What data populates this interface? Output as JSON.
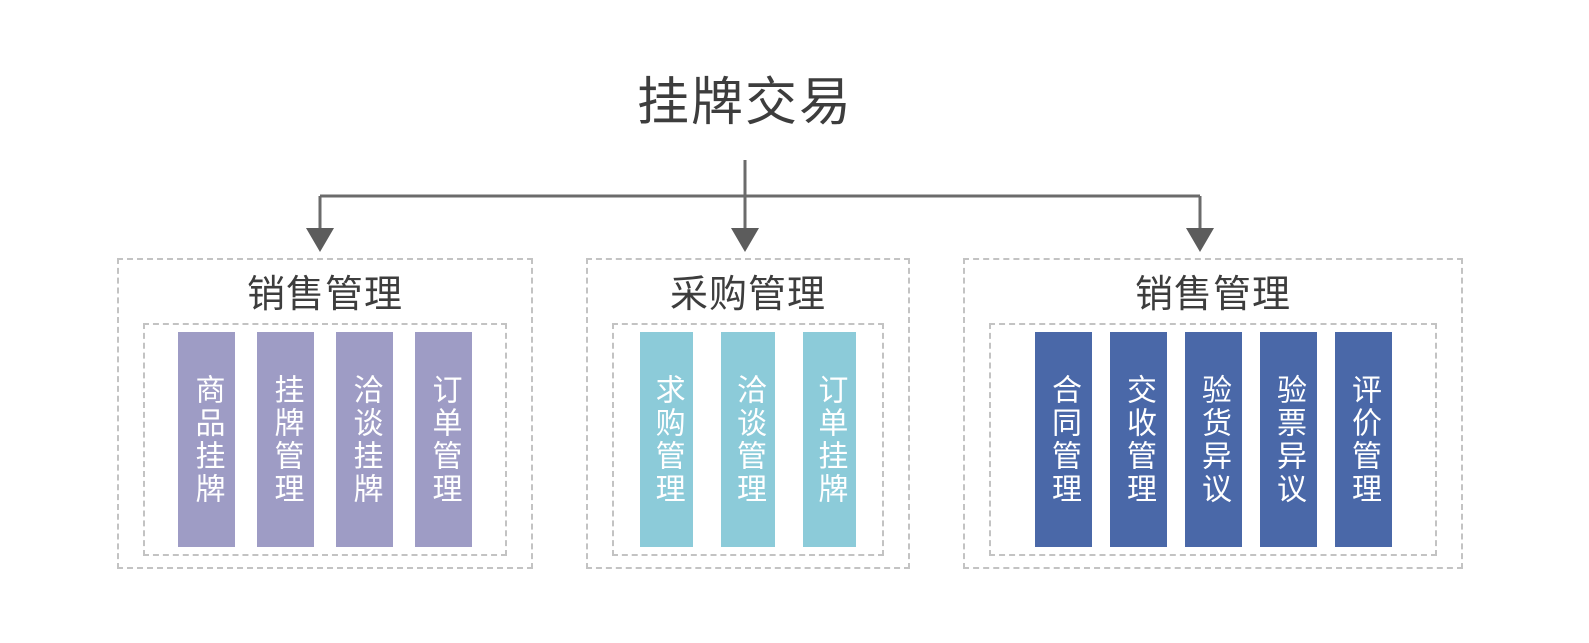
{
  "diagram": {
    "title": "挂牌交易",
    "connector_color": "#6b6b6b",
    "dashed_border_color": "#c3c3c3",
    "groups": [
      {
        "id": "g1",
        "title": "销售管理",
        "color": "#9e9cc5",
        "items": [
          {
            "label": "商品挂牌"
          },
          {
            "label": "挂牌管理"
          },
          {
            "label": "洽谈挂牌"
          },
          {
            "label": "订单管理"
          }
        ]
      },
      {
        "id": "g2",
        "title": "采购管理",
        "color": "#8ccbd9",
        "items": [
          {
            "label": "求购管理"
          },
          {
            "label": "洽谈管理"
          },
          {
            "label": "订单挂牌"
          }
        ]
      },
      {
        "id": "g3",
        "title": "销售管理",
        "color": "#4a68a8",
        "items": [
          {
            "label": "合同管理"
          },
          {
            "label": "交收管理"
          },
          {
            "label": "验货异议"
          },
          {
            "label": "验票异议"
          },
          {
            "label": "评价管理"
          }
        ]
      }
    ]
  }
}
